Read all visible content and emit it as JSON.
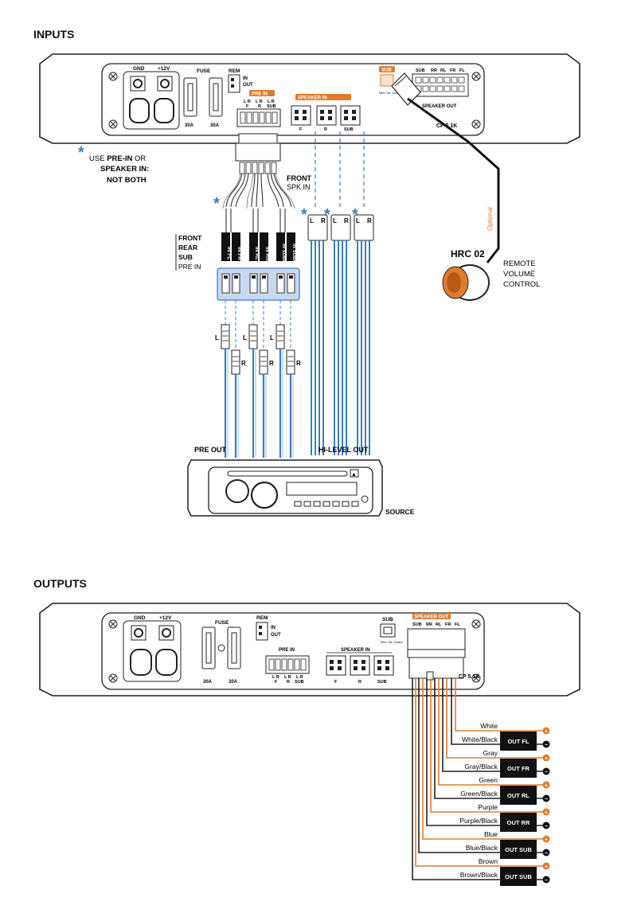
{
  "inputs": {
    "title": "INPUTS",
    "amp": {
      "gnd": "GND",
      "plus12": "+12V",
      "fuse": "FUSE",
      "fuse1": "30A",
      "fuse2": "30A",
      "rem": "REM",
      "rem_in": "IN",
      "rem_out": "OUT",
      "pre_in": "PRE IN",
      "pre_in_lr1": "L R",
      "pre_in_lr2": "L R",
      "pre_in_lr3": "L R",
      "pre_in_f": "F",
      "pre_in_r": "R",
      "pre_in_sub": "SUB",
      "speaker_in": "SPEAKER IN",
      "spk_f": "F",
      "spk_r": "R",
      "spk_sub": "SUB",
      "sub": "SUB",
      "sub_caption": "Rem. Vol. Control",
      "speaker_out": "SPEAKER OUT",
      "spk_out_cols": [
        "SUB",
        "RR",
        "RL",
        "FR",
        "FL"
      ],
      "model": "CP 5.1K"
    },
    "note": {
      "star": "*",
      "line1_prefix": "USE ",
      "line1_bold": "PRE-IN",
      "line1_suffix": " OR",
      "line2": "SPEAKER IN:",
      "line3": "NOT BOTH"
    },
    "front_spk_in": {
      "line1": "FRONT",
      "line2": "SPK IN"
    },
    "rca_legend": {
      "front": "FRONT",
      "rear": "REAR",
      "sub": "SUB",
      "pre_in": "PRE IN"
    },
    "harness_labels": [
      "IN FL",
      "IN FR",
      "IN RL",
      "IN RR",
      "IN SUBL",
      "IN SUBR"
    ],
    "lr_l": "L",
    "lr_r": "R",
    "pre_out": "PRE OUT",
    "hi_level_out": "HI-LEVEL OUT",
    "source": "SOURCE",
    "optional": "Optional",
    "hrc": "HRC 02",
    "remote": {
      "line1": "REMOTE",
      "line2": "VOLUME",
      "line3": "CONTROL"
    }
  },
  "outputs": {
    "title": "OUTPUTS",
    "wires": [
      {
        "label": "White",
        "color": "#e07b2e"
      },
      {
        "label": "White/Black",
        "color": "#000000"
      },
      {
        "label": "Gray",
        "color": "#e07b2e"
      },
      {
        "label": "Gray/Black",
        "color": "#000000"
      },
      {
        "label": "Green",
        "color": "#e07b2e"
      },
      {
        "label": "Green/Black",
        "color": "#000000"
      },
      {
        "label": "Purple",
        "color": "#e07b2e"
      },
      {
        "label": "Purple/Black",
        "color": "#000000"
      },
      {
        "label": "Blue",
        "color": "#e07b2e"
      },
      {
        "label": "Blue/Black",
        "color": "#000000"
      },
      {
        "label": "Brown",
        "color": "#e07b2e"
      },
      {
        "label": "Brown/Black",
        "color": "#000000"
      }
    ],
    "outs": [
      "OUT FL",
      "OUT FR",
      "OUT RL",
      "OUT RR",
      "OUT SUB",
      "OUT SUB"
    ],
    "plus": "+",
    "minus": "−"
  },
  "colors": {
    "orange": "#e07b2e",
    "blue": "#3e7cc0",
    "light_blue": "#9ec3e8",
    "panel_fill": "#c9d8ef",
    "black": "#1a1a1a"
  }
}
